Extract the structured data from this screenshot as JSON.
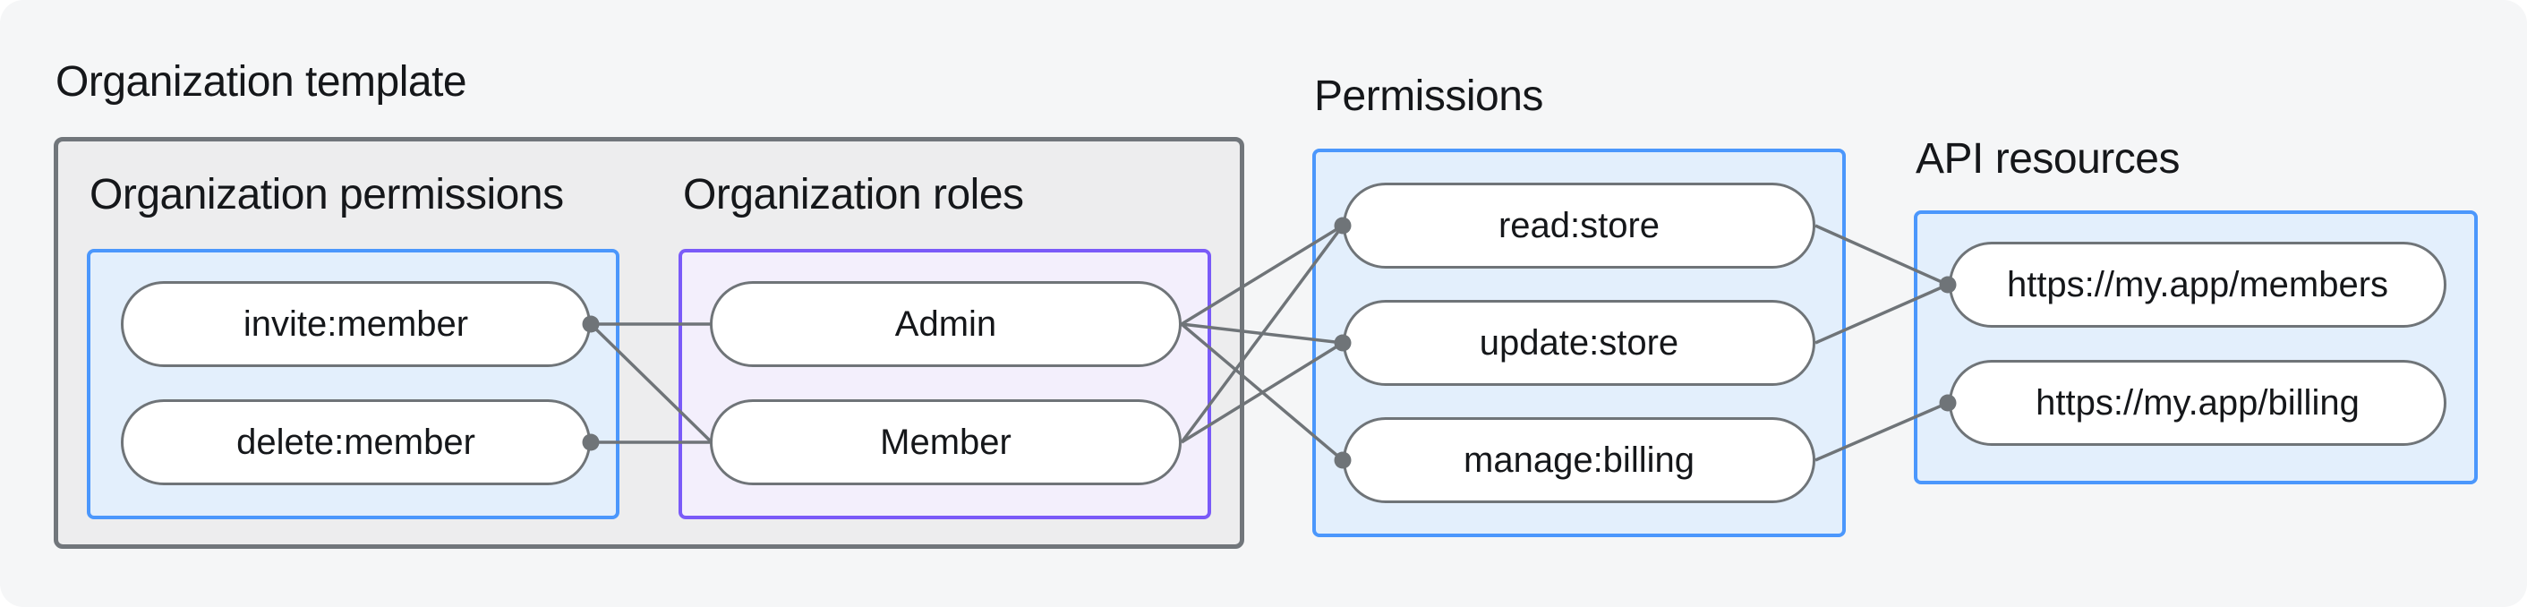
{
  "diagram": {
    "org_template": {
      "title": "Organization template",
      "org_permissions": {
        "title": "Organization permissions",
        "nodes": [
          {
            "label": "invite:member"
          },
          {
            "label": "delete:member"
          }
        ]
      },
      "org_roles": {
        "title": "Organization roles",
        "nodes": [
          {
            "label": "Admin"
          },
          {
            "label": "Member"
          }
        ]
      }
    },
    "permissions": {
      "title": "Permissions",
      "nodes": [
        {
          "label": "read:store"
        },
        {
          "label": "update:store"
        },
        {
          "label": "manage:billing"
        }
      ]
    },
    "api_resources": {
      "title": "API resources",
      "nodes": [
        {
          "label": "https://my.app/members"
        },
        {
          "label": "https://my.app/billing"
        }
      ]
    },
    "edges": [
      {
        "from": "invite:member",
        "to": "Admin"
      },
      {
        "from": "invite:member",
        "to": "Member"
      },
      {
        "from": "delete:member",
        "to": "Member"
      },
      {
        "from": "Admin",
        "to": "read:store"
      },
      {
        "from": "Admin",
        "to": "update:store"
      },
      {
        "from": "Admin",
        "to": "manage:billing"
      },
      {
        "from": "Member",
        "to": "read:store"
      },
      {
        "from": "Member",
        "to": "update:store"
      },
      {
        "from": "read:store",
        "to": "https://my.app/members"
      },
      {
        "from": "update:store",
        "to": "https://my.app/members"
      },
      {
        "from": "manage:billing",
        "to": "https://my.app/billing"
      }
    ],
    "colors": {
      "page_bg": "#f5f6f7",
      "gray_group_border": "#71767b",
      "gray_group_fill": "#ededee",
      "blue_group_border": "#4b97fc",
      "blue_group_fill": "#e3effc",
      "purple_group_border": "#7a5af8",
      "purple_group_fill": "#f3effc",
      "node_border": "#6f7478",
      "node_fill": "#ffffff",
      "connector": "#6f7478",
      "text": "#15171a"
    }
  }
}
